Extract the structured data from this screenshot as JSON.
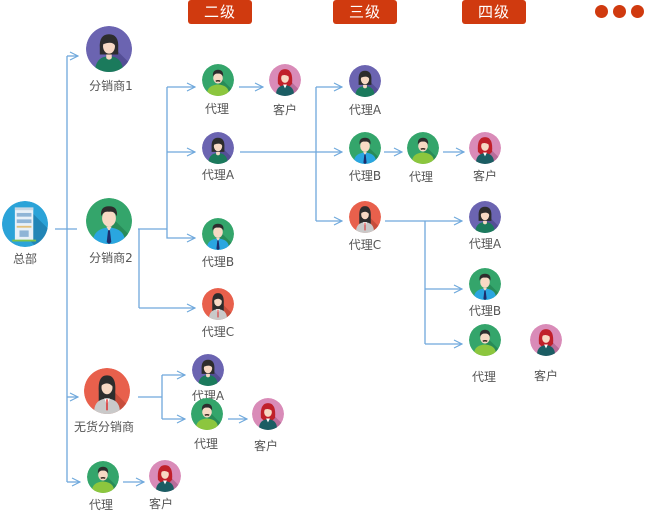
{
  "levels": [
    {
      "label": "二级"
    },
    {
      "label": "三级"
    },
    {
      "label": "四级"
    }
  ],
  "more_indicator": "more-dots",
  "colors": {
    "badge": "#d03a0f",
    "line": "#6fa8dc",
    "purple": "#6b64b1",
    "green": "#34a56b",
    "red": "#e8604c",
    "pink": "#d98bb8",
    "blue": "#2ba3d8"
  },
  "nodes": {
    "hq": {
      "label": "总部",
      "type": "building"
    },
    "dist1": {
      "label": "分销商1",
      "type": "woman"
    },
    "dist2": {
      "label": "分销商2",
      "type": "man-tie"
    },
    "nostock": {
      "label": "无货分销商",
      "type": "woman-suit"
    },
    "agent_bottom": {
      "label": "代理",
      "type": "man-mustache"
    },
    "cust_bottom": {
      "label": "客户",
      "type": "customer"
    },
    "d2_agent": {
      "label": "代理",
      "type": "man-mustache"
    },
    "d2_cust": {
      "label": "客户",
      "type": "customer"
    },
    "d2_agentA": {
      "label": "代理A",
      "type": "woman"
    },
    "d2_agentB": {
      "label": "代理B",
      "type": "man-tie"
    },
    "d2_agentC": {
      "label": "代理C",
      "type": "woman-suit"
    },
    "ns_agentA": {
      "label": "代理A",
      "type": "woman"
    },
    "ns_agent": {
      "label": "代理",
      "type": "man-mustache"
    },
    "ns_cust": {
      "label": "客户",
      "type": "customer"
    },
    "l3_agentA": {
      "label": "代理A",
      "type": "woman"
    },
    "l3_agentB": {
      "label": "代理B",
      "type": "man-tie"
    },
    "l3_agent": {
      "label": "代理",
      "type": "man-mustache"
    },
    "l3_cust": {
      "label": "客户",
      "type": "customer"
    },
    "l3_agentC": {
      "label": "代理C",
      "type": "woman-suit"
    },
    "l4_agentA": {
      "label": "代理A",
      "type": "woman"
    },
    "l4_agentB": {
      "label": "代理B",
      "type": "man-tie"
    },
    "l4_agent": {
      "label": "代理",
      "type": "man-mustache"
    },
    "l4_cust": {
      "label": "客户",
      "type": "customer"
    }
  }
}
